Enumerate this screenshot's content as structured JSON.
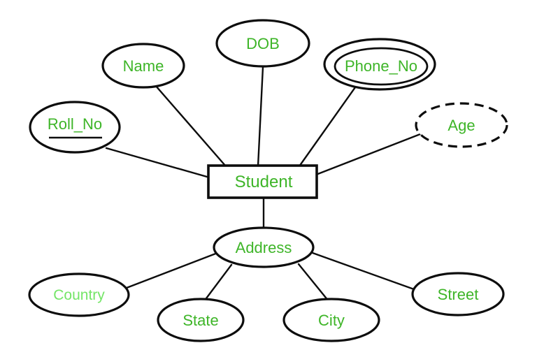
{
  "diagram": {
    "kind": "er-diagram",
    "entity": {
      "label": "Student",
      "shape": "rectangle"
    },
    "attributes": {
      "roll_no": {
        "label": "Roll_No",
        "style": "key-underlined-ellipse"
      },
      "name": {
        "label": "Name",
        "style": "ellipse"
      },
      "dob": {
        "label": "DOB",
        "style": "ellipse"
      },
      "phone_no": {
        "label": "Phone_No",
        "style": "double-ellipse-multivalued"
      },
      "age": {
        "label": "Age",
        "style": "dashed-ellipse-derived"
      },
      "address": {
        "label": "Address",
        "style": "composite-ellipse"
      },
      "country": {
        "label": "Country",
        "style": "ellipse"
      },
      "state": {
        "label": "State",
        "style": "ellipse"
      },
      "city": {
        "label": "City",
        "style": "ellipse"
      },
      "street": {
        "label": "Street",
        "style": "ellipse"
      }
    },
    "connections": [
      "Roll_No-Student",
      "Name-Student",
      "DOB-Student",
      "Phone_No-Student",
      "Age-Student",
      "Student-Address",
      "Address-Country",
      "Address-State",
      "Address-City",
      "Address-Street"
    ],
    "colors": {
      "label_green": "#3eb528",
      "country_green": "#74e567",
      "line_black": "#0d0d0d",
      "background": "#ffffff"
    }
  }
}
